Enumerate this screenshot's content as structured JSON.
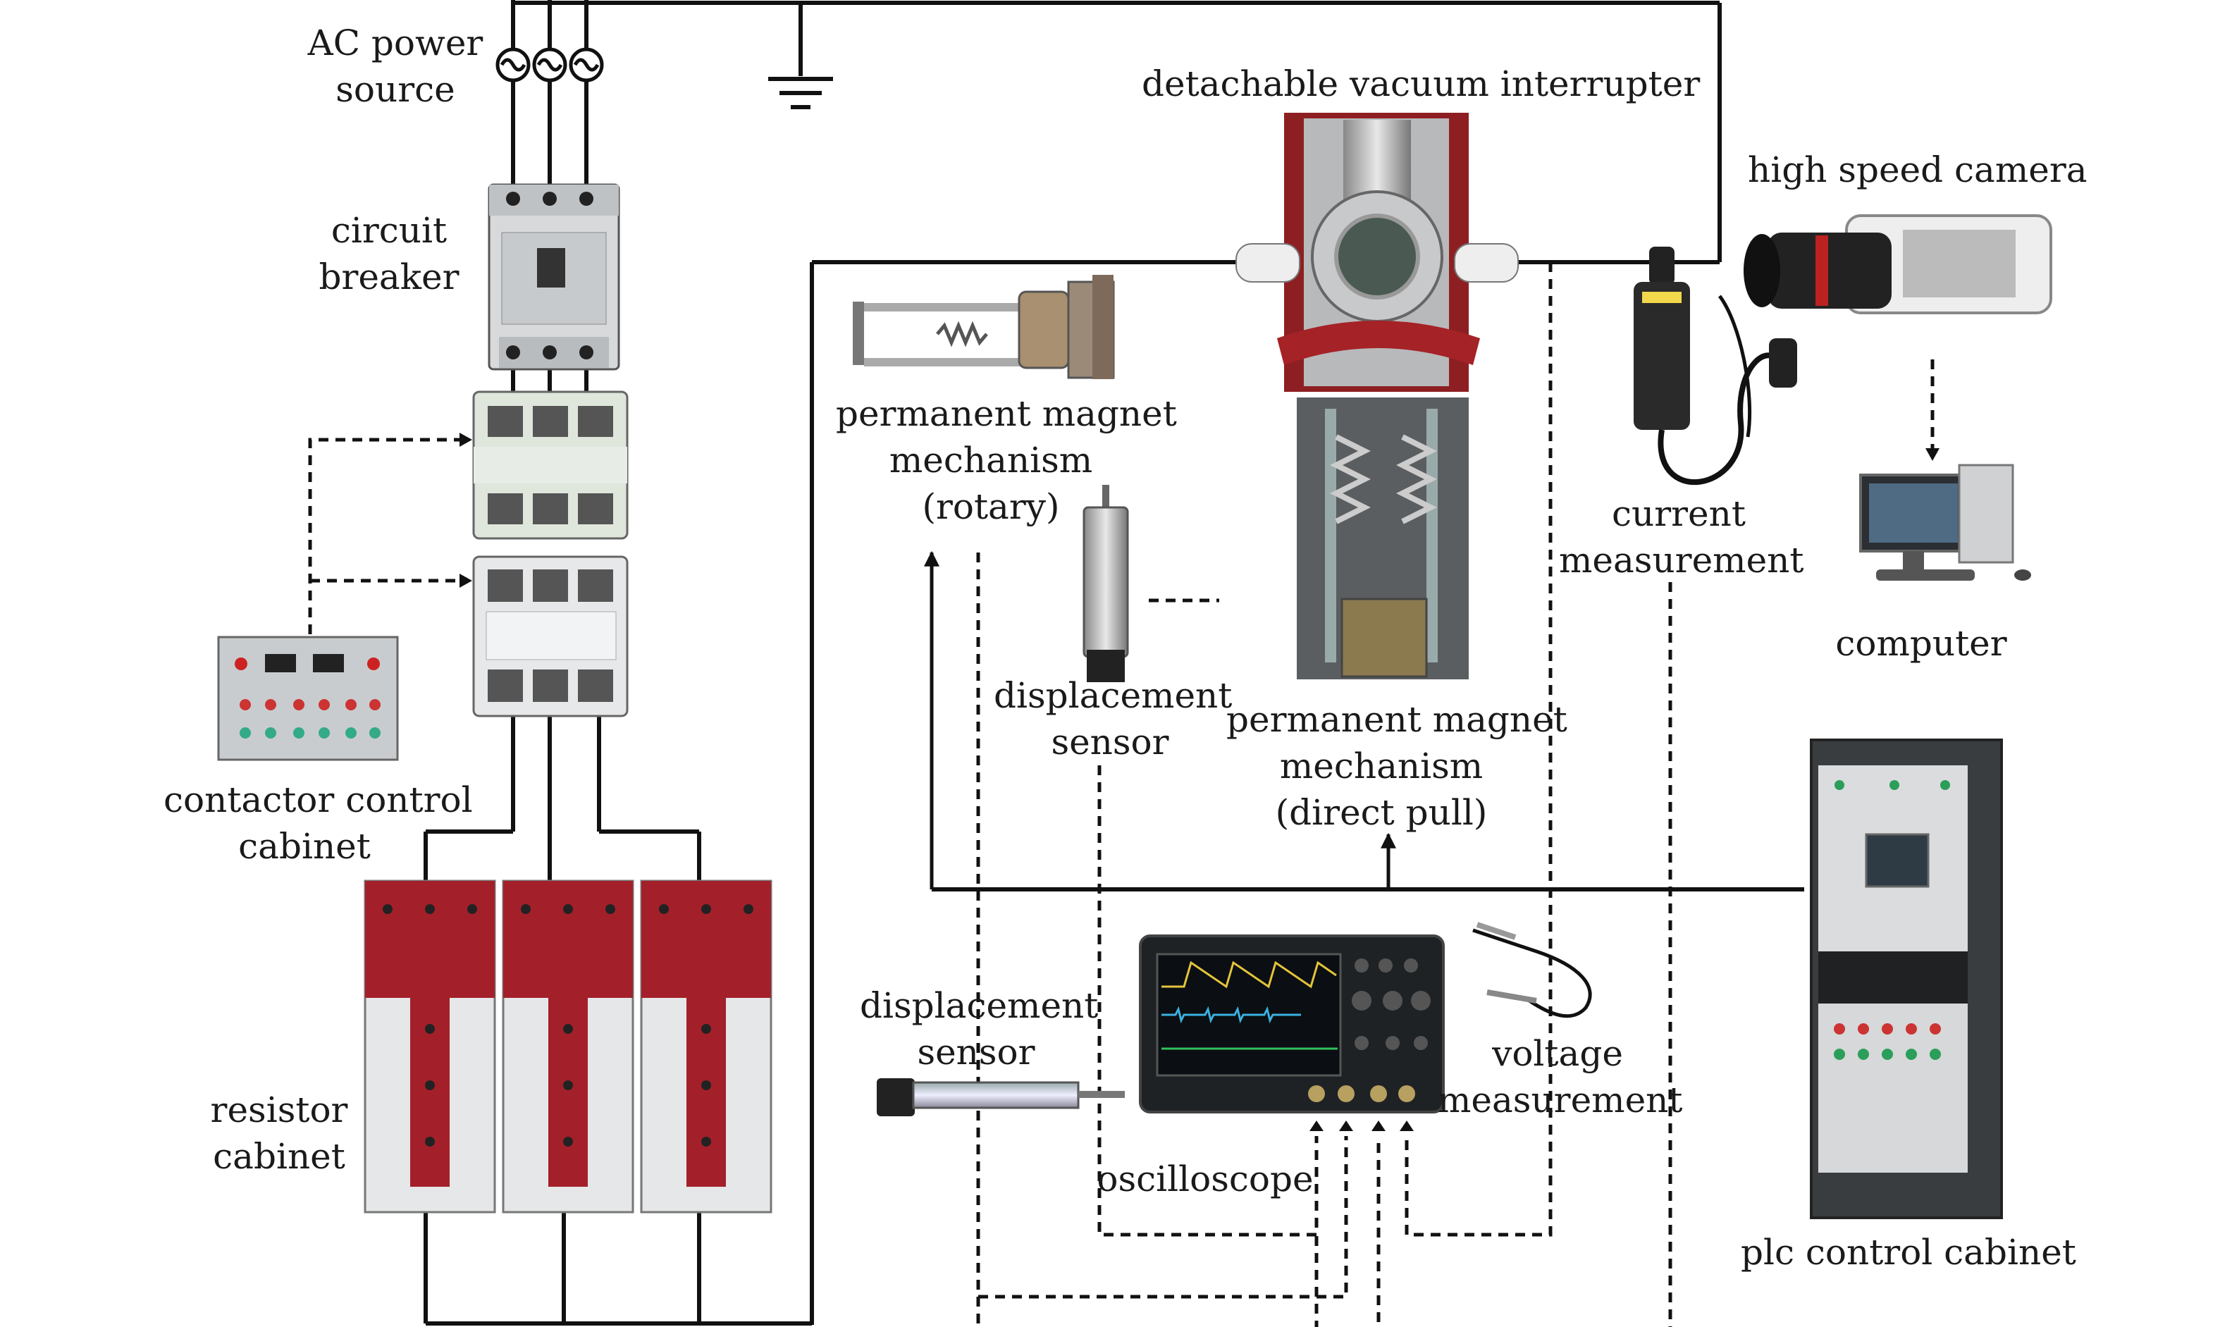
{
  "labels": {
    "ac_power_source": [
      "AC power",
      "source"
    ],
    "circuit_breaker": [
      "circuit",
      "breaker"
    ],
    "contactor_control_cabinet": [
      "contactor control",
      "cabinet"
    ],
    "resistor_cabinet": [
      "resistor",
      "cabinet"
    ],
    "detachable_vacuum_interrupter": "detachable vacuum interrupter",
    "high_speed_camera": "high speed camera",
    "pm_mechanism_rotary": [
      "permanent magnet",
      "mechanism",
      "(rotary)"
    ],
    "displacement_sensor_upper": [
      "displacement",
      "sensor"
    ],
    "pm_mechanism_direct_pull": [
      "permanent magnet",
      "mechanism",
      "(direct pull)"
    ],
    "current_measurement": [
      "current",
      "measurement"
    ],
    "computer": "computer",
    "displacement_sensor_lower": [
      "displacement",
      "sensor"
    ],
    "voltage_measurement": [
      "voltage",
      "measurement"
    ],
    "oscilloscope": "oscilloscope",
    "plc_control_cabinet": "plc control cabinet"
  },
  "colors": {
    "wire": "#111111",
    "resistor_red": "#a3202a",
    "cabinet_grey": "#cfd3d6",
    "contactor_green": "#dfe6dc"
  }
}
